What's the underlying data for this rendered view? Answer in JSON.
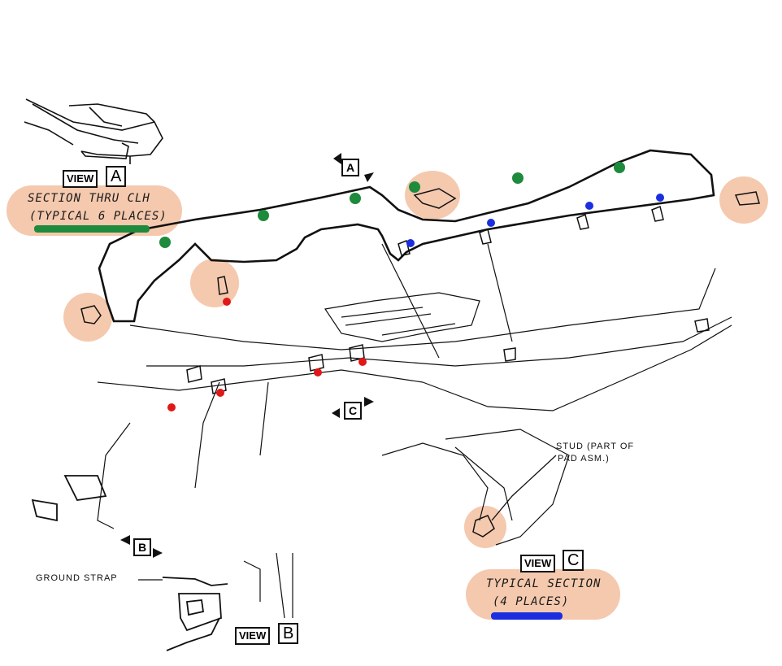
{
  "view_a": {
    "word": "VIEW",
    "letter": "A",
    "caption_line1": "SECTION THRU CLH",
    "caption_line2": "(TYPICAL 6 PLACES)"
  },
  "view_b": {
    "word": "VIEW",
    "letter": "B",
    "ground_strap": "GROUND STRAP"
  },
  "view_c": {
    "word": "VIEW",
    "letter": "C",
    "caption_line1": "TYPICAL SECTION",
    "caption_line2": "(4 PLACES)",
    "stud_line1": "STUD (PART OF",
    "stud_line2": "PAD ASM.)"
  },
  "arrows": {
    "a": "A",
    "b": "B",
    "c": "C"
  },
  "colors": {
    "highlight": "#f4c9ae",
    "green_marker": "#1e8a3c",
    "blue_marker": "#1b2fe0",
    "red_marker": "#e01818",
    "ink": "#111111"
  }
}
